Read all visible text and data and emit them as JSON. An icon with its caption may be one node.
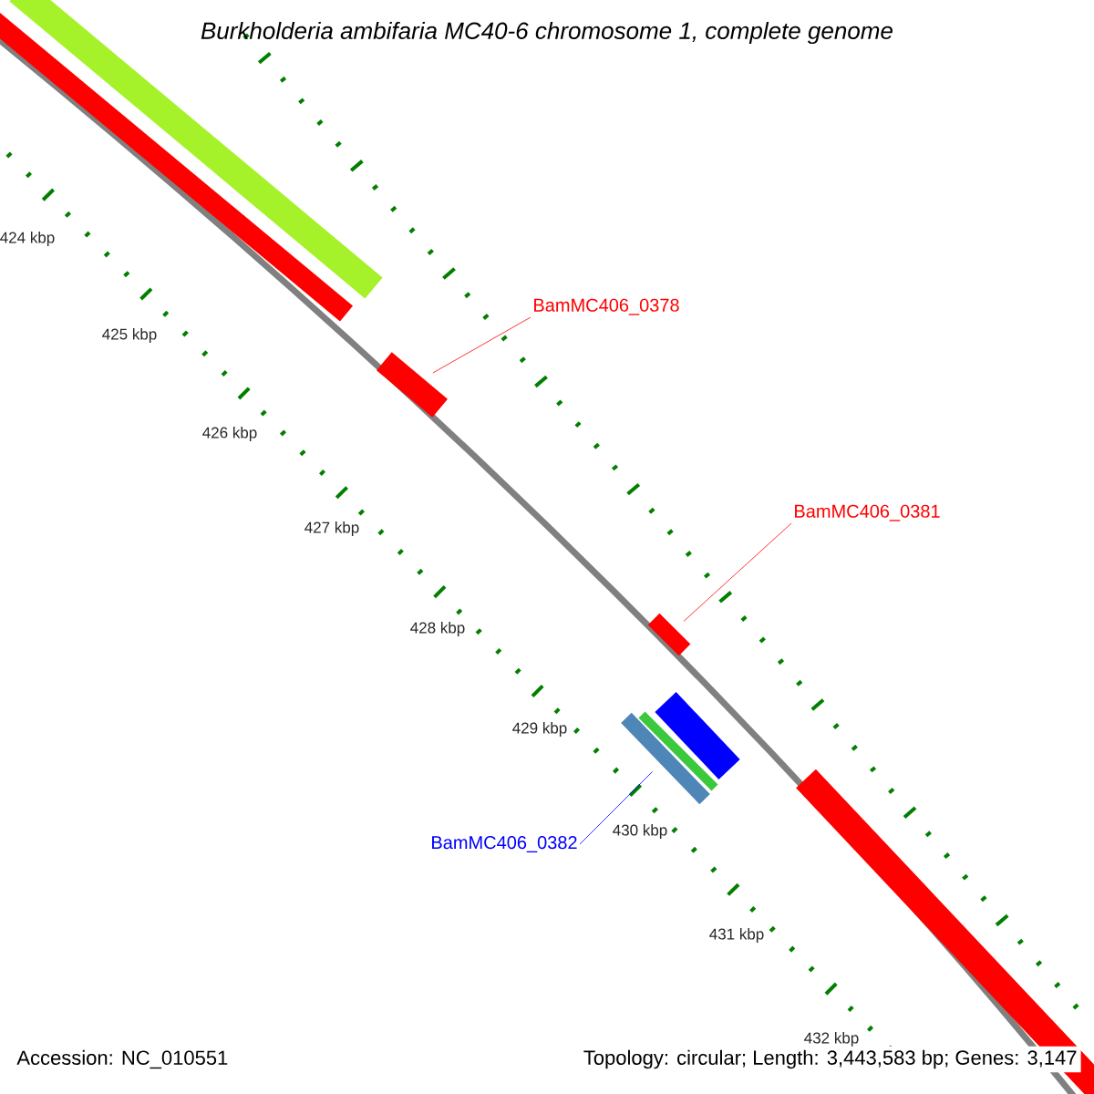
{
  "diagram": {
    "title": "Burkholderia ambifaria MC40-6 chromosome 1, complete genome",
    "nodes": [
      {
        "text": [
          "BamMC406_0378"
        ]
      },
      {
        "text": [],
        "shape": "bar"
      },
      {
        "text": [
          "BamMC406_0381"
        ]
      },
      {
        "text": [],
        "shape": "bar"
      },
      {
        "text": [
          "BamMC406_0382"
        ]
      },
      {
        "text": [],
        "shape": "bar"
      }
    ],
    "edges": [
      {
        "from": 0,
        "to": 1,
        "arrow": "none",
        "color": "#ff0000"
      },
      {
        "from": 2,
        "to": 3,
        "arrow": "none",
        "color": "#ff0000"
      },
      {
        "from": 4,
        "to": 5,
        "arrow": "none",
        "color": "#0000ff"
      }
    ],
    "labels": [
      "424 kbp",
      "425 kbp",
      "426 kbp",
      "427 kbp",
      "428 kbp",
      "429 kbp",
      "430 kbp",
      "431 kbp",
      "432 kbp",
      "Accession: NC_010551",
      "Topology: circular; Length: 3,443,583 bp; Genes: 3,147"
    ]
  }
}
